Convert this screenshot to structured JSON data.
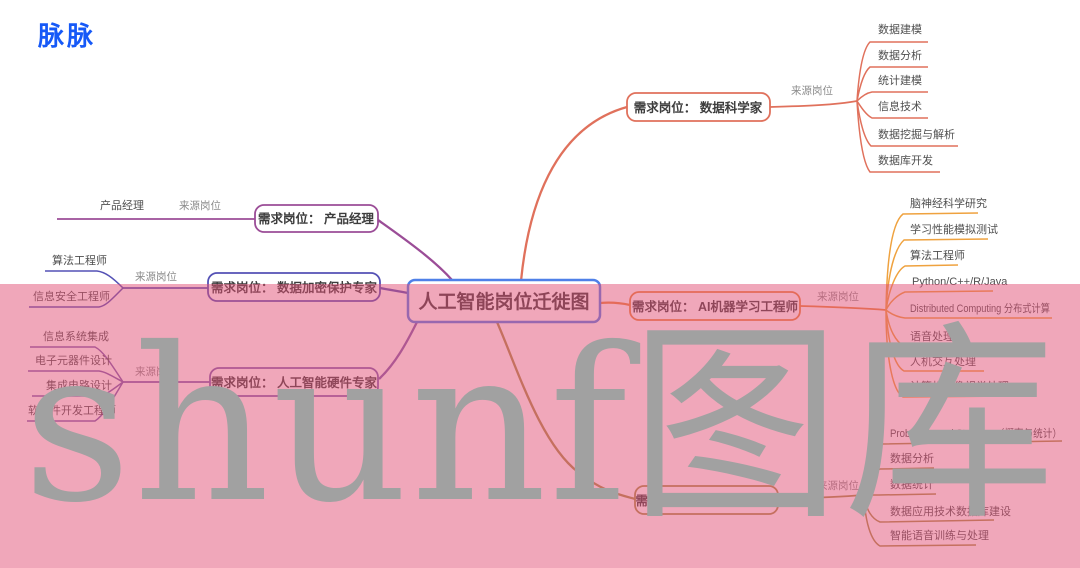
{
  "logo": {
    "text": "脉脉",
    "color": "#1659f7"
  },
  "center": {
    "title": "人工智能岗位迁徙图",
    "border_color": "#4f80e8"
  },
  "branches": [
    {
      "id": "science",
      "label": "需求岗位： 数据科学家",
      "color": "#e0715c",
      "source_label": "来源岗位",
      "sources": [
        "数据建模",
        "数据分析",
        "统计建模",
        "信息技术",
        "数据挖掘与解析",
        "数据库开发"
      ]
    },
    {
      "id": "product",
      "label": "需求岗位： 产品经理",
      "color": "#9b4d97",
      "source_label": "来源岗位",
      "sources": [
        "产品经理"
      ]
    },
    {
      "id": "encrypt",
      "label": "需求岗位： 数据加密保护专家",
      "color": "#5451b5",
      "source_label": "来源岗位",
      "sources": [
        "算法工程师",
        "信息安全工程师"
      ]
    },
    {
      "id": "hardware",
      "label": "需求岗位： 人工智能硬件专家",
      "color": "#7d5fae",
      "source_label": "来源岗位",
      "sources": [
        "信息系统集成",
        "电子元器件设计",
        "集成电路设计",
        "软硬件开发工程师"
      ]
    },
    {
      "id": "ml",
      "label": "需求岗位： AI机器学习工程师",
      "color": "#e8873c",
      "fan_color": "#efa23f",
      "source_label": "来源岗位",
      "sources": [
        "脑神经科学研究",
        "学习性能模拟测试",
        "算法工程师",
        "Python/C++/R/Java",
        "Distributed Computing 分布式计算",
        "语音处理",
        "人机交互处理",
        "计算机图像视觉处理"
      ]
    },
    {
      "id": "labeling",
      "label": "需求岗位： 数据标注专员",
      "color": "#a89048",
      "source_label": "来源岗位",
      "sources": [
        "Probability and Statistics（概率与统计）",
        "数据分析",
        "数据统计",
        "数据应用技术数据库建设",
        "智能语音训练与处理"
      ]
    }
  ],
  "watermark": {
    "text": "shunf图库",
    "text_color": "#a1a1a1",
    "band_color": "rgba(225,79,117,0.5)"
  }
}
